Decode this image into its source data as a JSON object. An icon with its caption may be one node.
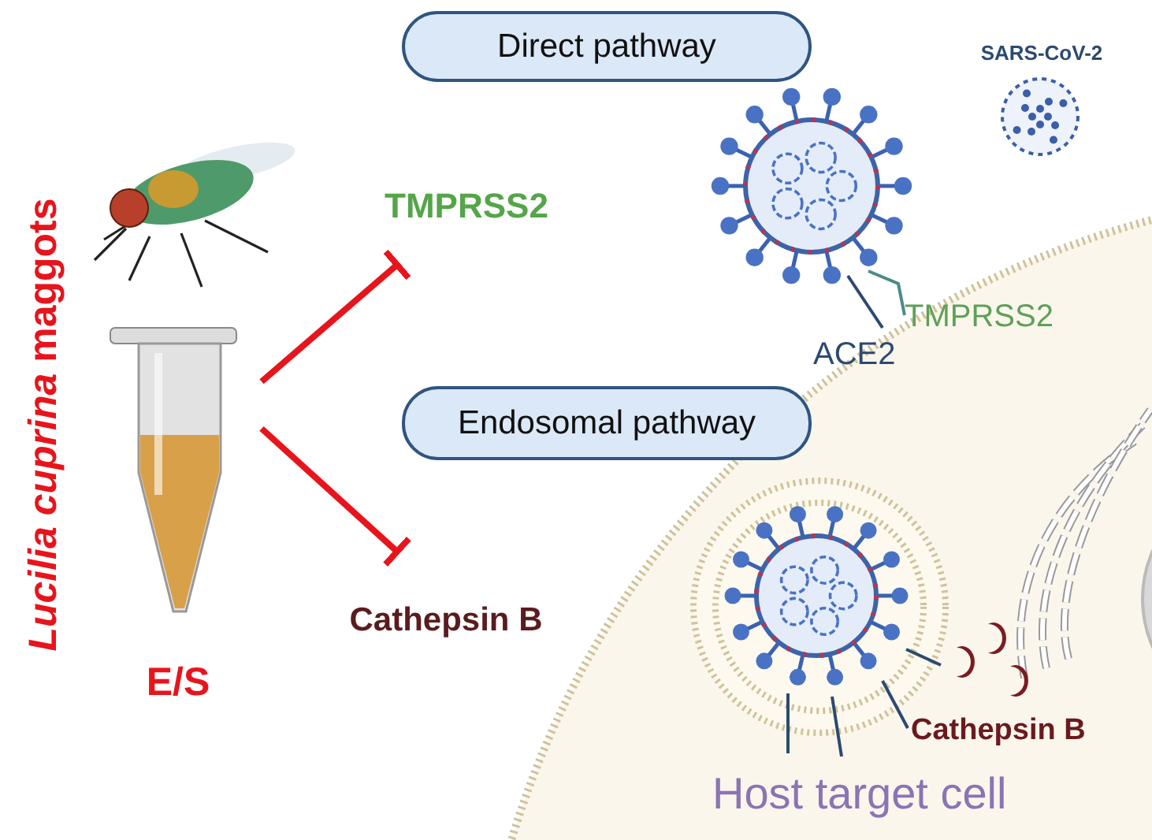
{
  "diagram": {
    "nodes": [
      {
        "text": [
          "E/S"
        ]
      },
      {
        "text": [
          "TMPRSS2"
        ]
      },
      {
        "text": [
          "Cathepsin B"
        ]
      },
      {
        "text": [
          "Direct pathway"
        ]
      },
      {
        "text": [
          "Endosomal pathway"
        ]
      }
    ],
    "edges": [
      {
        "from": 0,
        "to": 1,
        "arrow": "other"
      },
      {
        "from": 0,
        "to": 2,
        "arrow": "other"
      }
    ],
    "labels": [
      "*Lucilia cuprina* maggots",
      "SARS-CoV-2",
      "TMPRSS2",
      "ACE2",
      "Cathepsin B",
      "Host target cell"
    ]
  }
}
